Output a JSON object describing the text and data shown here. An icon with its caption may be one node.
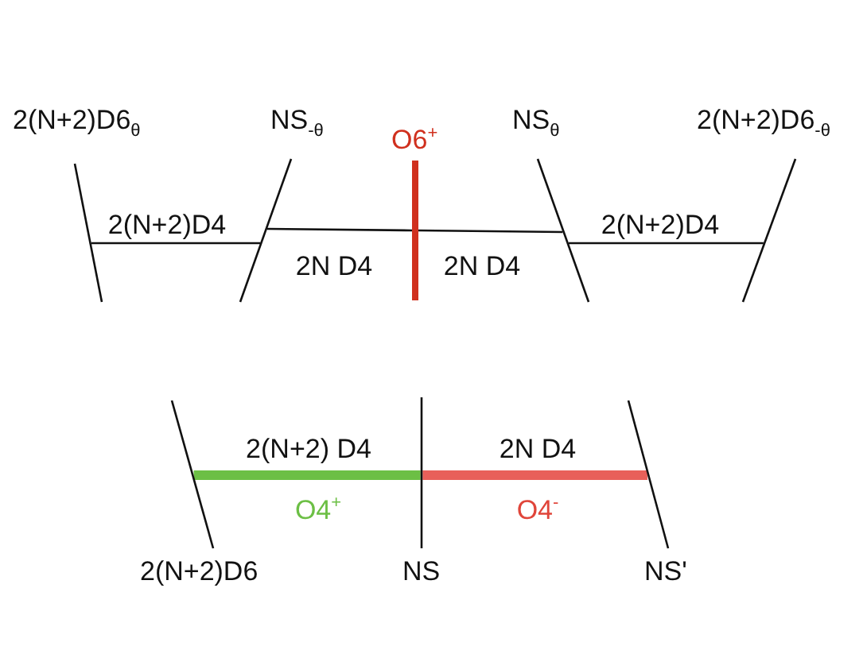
{
  "diagram": {
    "nodes": [
      {
        "text": [
          "2(N+2)D6$_{θ}$"
        ]
      },
      {
        "text": [
          "NS$_{-θ}$"
        ]
      },
      {
        "text": [
          "O6$^{+}$"
        ]
      },
      {
        "text": [
          "NS$_{θ}$"
        ]
      },
      {
        "text": [
          "2(N+2)D6$_{-θ}$"
        ]
      },
      {
        "text": [
          "2(N+2)D6"
        ]
      },
      {
        "text": [
          "NS"
        ]
      },
      {
        "text": [
          "NS'"
        ]
      }
    ],
    "edges": [
      {
        "from": 0,
        "to": 1,
        "arrow": "none",
        "label": "2(N+2)D4"
      },
      {
        "from": 1,
        "to": 2,
        "arrow": "none",
        "label": "2N D4"
      },
      {
        "from": 2,
        "to": 3,
        "arrow": "none",
        "label": "2N D4"
      },
      {
        "from": 3,
        "to": 4,
        "arrow": "none",
        "label": "2(N+2)D4"
      },
      {
        "from": 5,
        "to": 6,
        "arrow": "none",
        "label": "2(N+2) D4",
        "style": "thick",
        "color": "#6cbf45"
      },
      {
        "from": 6,
        "to": 7,
        "arrow": "none",
        "label": "2N D4",
        "style": "thick",
        "color": "#e8605a"
      }
    ],
    "labels": [
      "O4$^{+}$",
      "O4$^{-}$"
    ]
  }
}
